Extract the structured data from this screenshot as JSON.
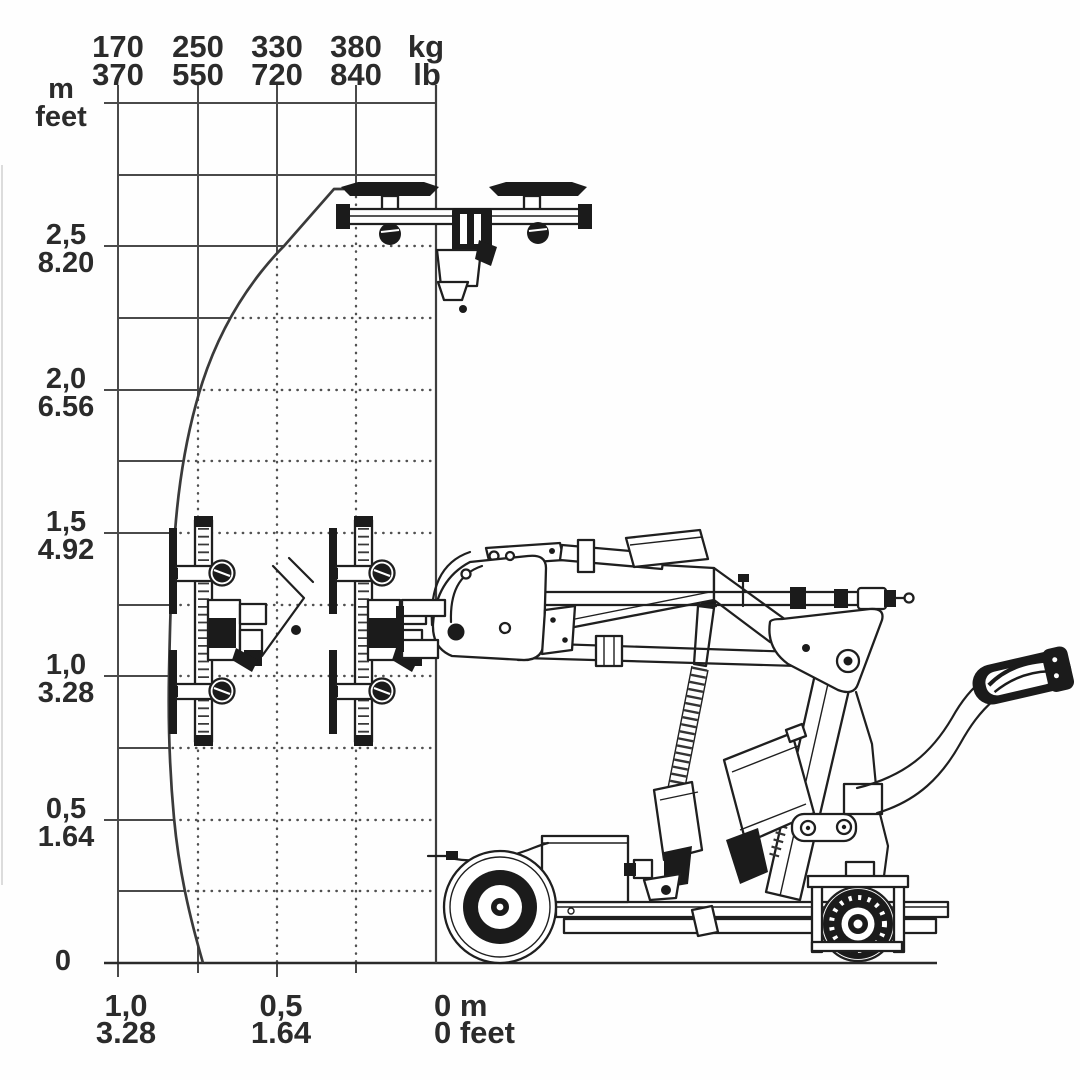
{
  "page": {
    "background": "#ffffff",
    "ink": "#1f1f1f",
    "grid_color": "#4a4a4a",
    "description": "Load capacity working-range diagram of a vacuum glass-lifting robot, side view line drawing with capacity envelope"
  },
  "chart_data": {
    "type": "line",
    "title": "Load capacity vs reach and lift height",
    "grid": "0.25 m spacing; solid outside envelope, dotted inside envelope",
    "x_range_m": [
      0,
      1.0
    ],
    "y_range_m": [
      0,
      3.0
    ],
    "top_axis": {
      "unit_line1": "kg",
      "unit_line2": "lb",
      "ticks": [
        {
          "kg": "170",
          "lb": "370",
          "distance_m": 1.0
        },
        {
          "kg": "250",
          "lb": "550",
          "distance_m": 0.75
        },
        {
          "kg": "330",
          "lb": "720",
          "distance_m": 0.5
        },
        {
          "kg": "380",
          "lb": "840",
          "distance_m": 0.25
        }
      ]
    },
    "left_axis": {
      "unit_line1": "m",
      "unit_line2": "feet",
      "ticks": [
        {
          "m": "2,5",
          "feet": "8.20",
          "value_m": 2.5
        },
        {
          "m": "2,0",
          "feet": "6.56",
          "value_m": 2.0
        },
        {
          "m": "1,5",
          "feet": "4.92",
          "value_m": 1.5
        },
        {
          "m": "1,0",
          "feet": "3.28",
          "value_m": 1.0
        },
        {
          "m": "0,5",
          "feet": "1.64",
          "value_m": 0.5
        },
        {
          "m": "0",
          "feet": "",
          "value_m": 0
        }
      ]
    },
    "bottom_axis": {
      "ticks": [
        {
          "m": "1,0",
          "feet": "3.28",
          "value_m": 1.0
        },
        {
          "m": "0,5",
          "feet": "1.64",
          "value_m": 0.5
        },
        {
          "m": "0 m",
          "feet": "0 feet",
          "value_m": 0
        }
      ]
    },
    "envelope_points_distance_height_m": [
      [
        0.73,
        0.0
      ],
      [
        0.79,
        0.25
      ],
      [
        0.82,
        0.5
      ],
      [
        0.835,
        0.75
      ],
      [
        0.84,
        1.0
      ],
      [
        0.835,
        1.25
      ],
      [
        0.83,
        1.5
      ],
      [
        0.81,
        1.75
      ],
      [
        0.75,
        2.0
      ],
      [
        0.66,
        2.25
      ],
      [
        0.48,
        2.5
      ],
      [
        0.32,
        2.7
      ]
    ]
  }
}
